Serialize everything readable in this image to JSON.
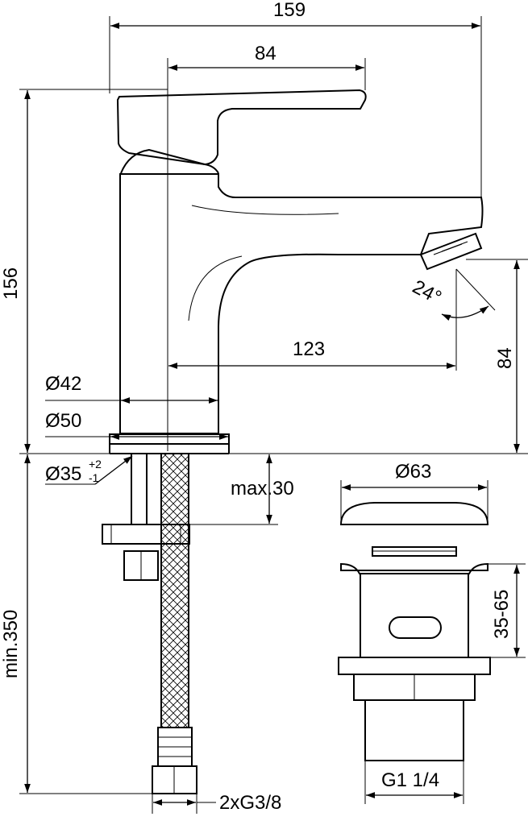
{
  "dimensions": {
    "overall_width": "159",
    "handle_length": "84",
    "overall_height": "156",
    "spout_reach": "123",
    "spout_angle": "24°",
    "spout_height": "84",
    "body_diameter_42": "Ø42",
    "base_diameter_50": "Ø50",
    "hole_diameter": "Ø35",
    "hole_tol_plus": "+2",
    "hole_tol_minus": "-1",
    "max_thickness": "max.30",
    "hose_length": "min.350",
    "hose_connection": "2xG3/8",
    "waste_diameter": "Ø63",
    "waste_range": "35-65",
    "waste_thread": "G1 1/4"
  }
}
